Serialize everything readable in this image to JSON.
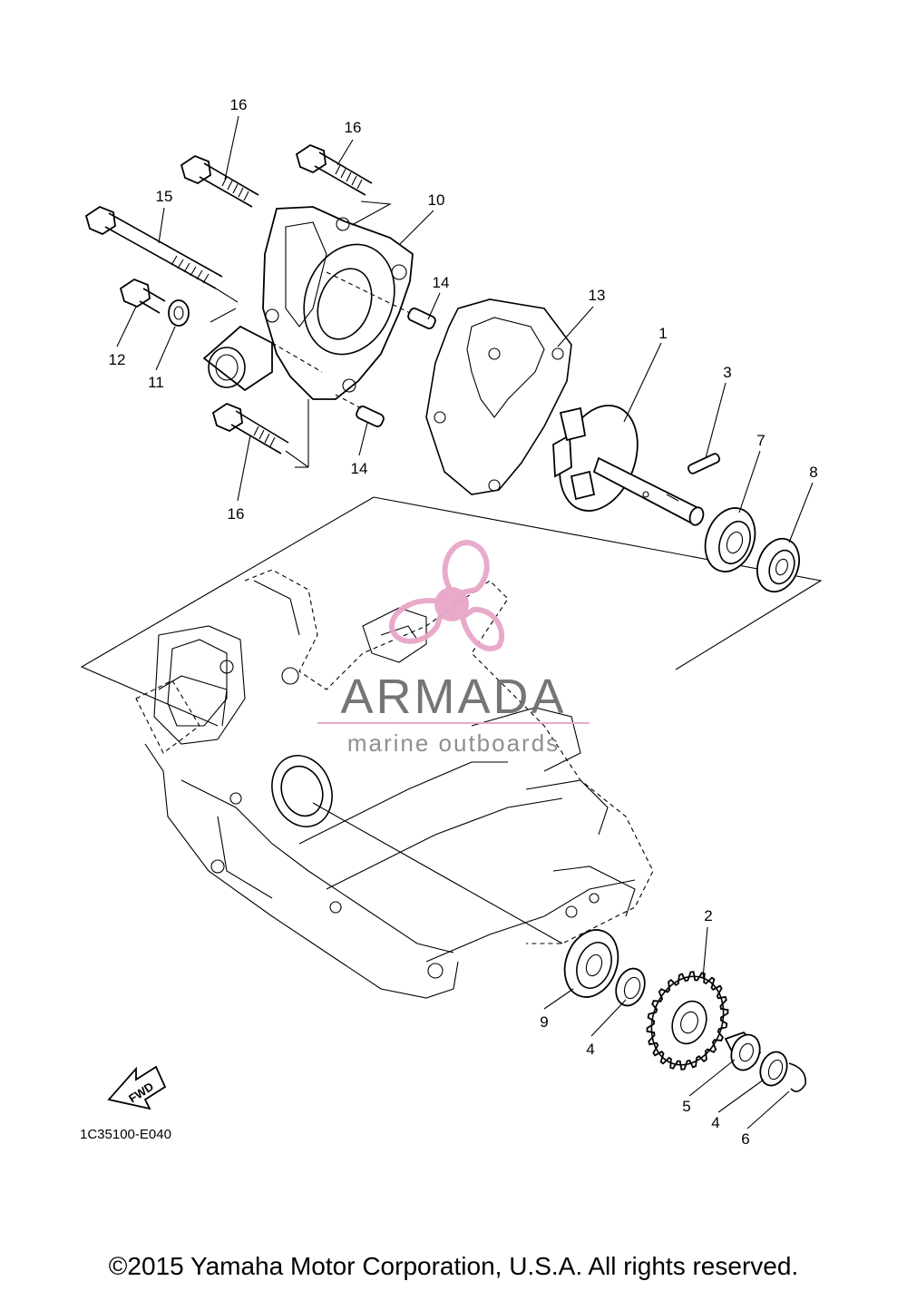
{
  "callouts": [
    {
      "id": "c16a",
      "label": "16"
    },
    {
      "id": "c16b",
      "label": "16"
    },
    {
      "id": "c15",
      "label": "15"
    },
    {
      "id": "c10",
      "label": "10"
    },
    {
      "id": "c14a",
      "label": "14"
    },
    {
      "id": "c13",
      "label": "13"
    },
    {
      "id": "c12",
      "label": "12"
    },
    {
      "id": "c11",
      "label": "11"
    },
    {
      "id": "c1",
      "label": "1"
    },
    {
      "id": "c3",
      "label": "3"
    },
    {
      "id": "c7",
      "label": "7"
    },
    {
      "id": "c8",
      "label": "8"
    },
    {
      "id": "c14b",
      "label": "14"
    },
    {
      "id": "c16c",
      "label": "16"
    },
    {
      "id": "c2",
      "label": "2"
    },
    {
      "id": "c9",
      "label": "9"
    },
    {
      "id": "c4a",
      "label": "4"
    },
    {
      "id": "c5",
      "label": "5"
    },
    {
      "id": "c4b",
      "label": "4"
    },
    {
      "id": "c6",
      "label": "6"
    }
  ],
  "fwd_label": "FWD",
  "drawing_code": "1C35100-E040",
  "watermark": {
    "brand": "ARMADA",
    "tagline": "marine outboards",
    "accent_color": "#e8a6c8"
  },
  "copyright": "©2015 Yamaha Motor Corporation, U.S.A. All rights reserved."
}
